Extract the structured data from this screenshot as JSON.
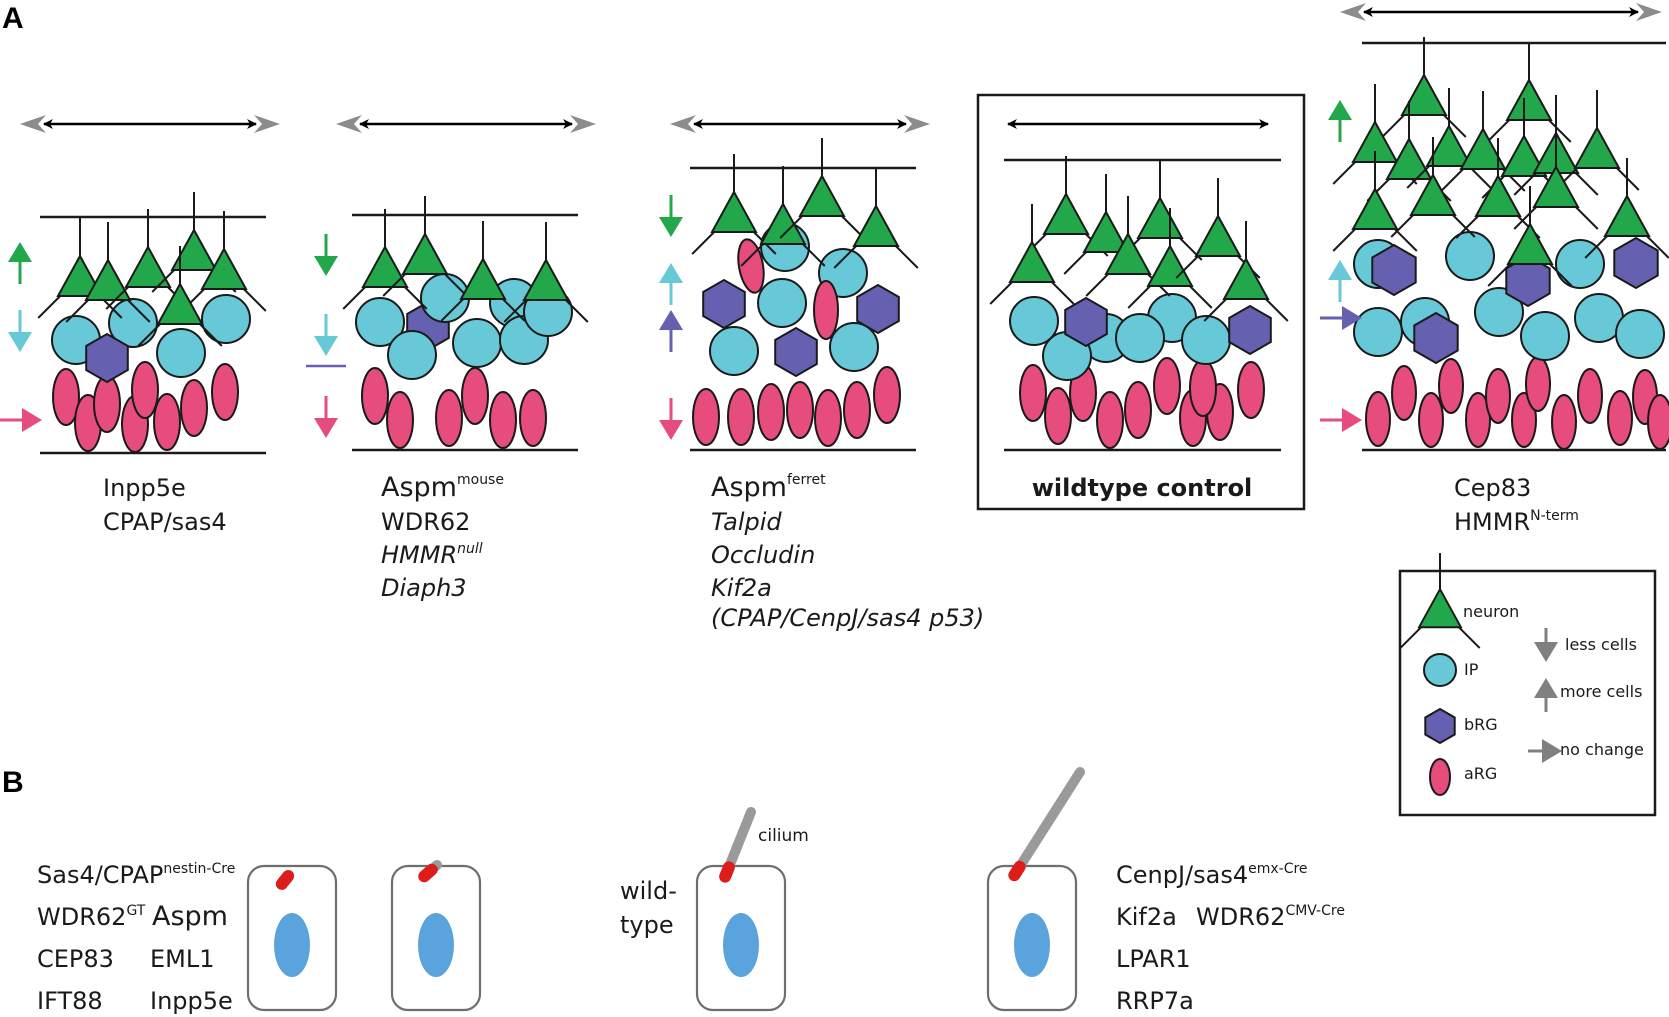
{
  "panel_a": {
    "label": "A",
    "columns": [
      {
        "lines": [
          {
            "main": "Inpp5e",
            "sup": "",
            "style": "normal"
          },
          {
            "main": "CPAP/sas4",
            "sup": "",
            "style": "normal"
          }
        ],
        "change": {
          "neuron": "more",
          "ip": "less",
          "brg": "",
          "arg": "no change"
        }
      },
      {
        "lines": [
          {
            "main": "Aspm",
            "sup": "mouse",
            "style": "large"
          },
          {
            "main": "WDR62",
            "sup": "",
            "style": "normal"
          },
          {
            "main": "HMMR",
            "sup": "null",
            "style": "italic"
          },
          {
            "main": "Diaph3",
            "sup": "",
            "style": "italic"
          }
        ],
        "change": {
          "neuron": "less",
          "ip": "less",
          "brg": "no change",
          "arg": "less"
        }
      },
      {
        "lines": [
          {
            "main": "Aspm",
            "sup": "ferret",
            "style": "large"
          },
          {
            "main": "Talpid",
            "sup": "",
            "style": "italic"
          },
          {
            "main": "Occludin",
            "sup": "",
            "style": "italic"
          },
          {
            "main": "Kif2a",
            "sup": "",
            "style": "italic"
          },
          {
            "main": "(CPAP/CenpJ/sas4 p53)",
            "sup": "",
            "style": "italic"
          }
        ],
        "change": {
          "neuron": "less",
          "ip": "more",
          "brg": "more",
          "arg": "less"
        }
      },
      {
        "lines": [
          {
            "main": "wildtype control",
            "sup": "",
            "style": "bold"
          }
        ],
        "change": {
          "neuron": "",
          "ip": "",
          "brg": "",
          "arg": ""
        }
      },
      {
        "lines": [
          {
            "main": "Cep83",
            "sup": "",
            "style": "normal"
          },
          {
            "main": "HMMR",
            "sup": "N-term",
            "style": "normal"
          }
        ],
        "change": {
          "neuron": "more",
          "ip": "more",
          "brg": "no change",
          "arg": "no change"
        }
      }
    ]
  },
  "legend": {
    "cells": [
      {
        "key": "neuron",
        "label": "neuron",
        "color": "#22a84a"
      },
      {
        "key": "ip",
        "label": "IP",
        "color": "#67c9d7"
      },
      {
        "key": "brg",
        "label": "bRG",
        "color": "#6660b0"
      },
      {
        "key": "arg",
        "label": "aRG",
        "color": "#e64c7c"
      }
    ],
    "arrows": [
      {
        "key": "less",
        "label": "less cells"
      },
      {
        "key": "more",
        "label": "more cells"
      },
      {
        "key": "nochange",
        "label": "no change"
      }
    ],
    "arrow_color": "#808080"
  },
  "panel_b": {
    "label": "B",
    "group1": [
      {
        "main": "Sas4/CPAP",
        "sup": "nestin-Cre",
        "large": false
      },
      {
        "main": "WDR62",
        "sup": "GT",
        "large": false
      },
      {
        "main": "Aspm",
        "sup": "",
        "large": true
      },
      {
        "main": "CEP83",
        "sup": "",
        "large": false
      },
      {
        "main": "EML1",
        "sup": "",
        "large": false
      },
      {
        "main": "IFT88",
        "sup": "",
        "large": false
      },
      {
        "main": "Inpp5e",
        "sup": "",
        "large": false
      }
    ],
    "wildtype": [
      "wild-",
      "type"
    ],
    "cilium_label": "cilium",
    "group2": [
      {
        "main": "CenpJ/sas4",
        "sup": "emx-Cre"
      },
      {
        "main": "Kif2a",
        "sup": ""
      },
      {
        "main": "WDR62",
        "sup": "CMV-Cre"
      },
      {
        "main": "LPAR1",
        "sup": ""
      },
      {
        "main": "RRP7a",
        "sup": ""
      }
    ],
    "colors": {
      "nucleus": "#5ba3dd",
      "basal_body": "#dd1c1c",
      "cilium": "#9a9a9a"
    }
  }
}
